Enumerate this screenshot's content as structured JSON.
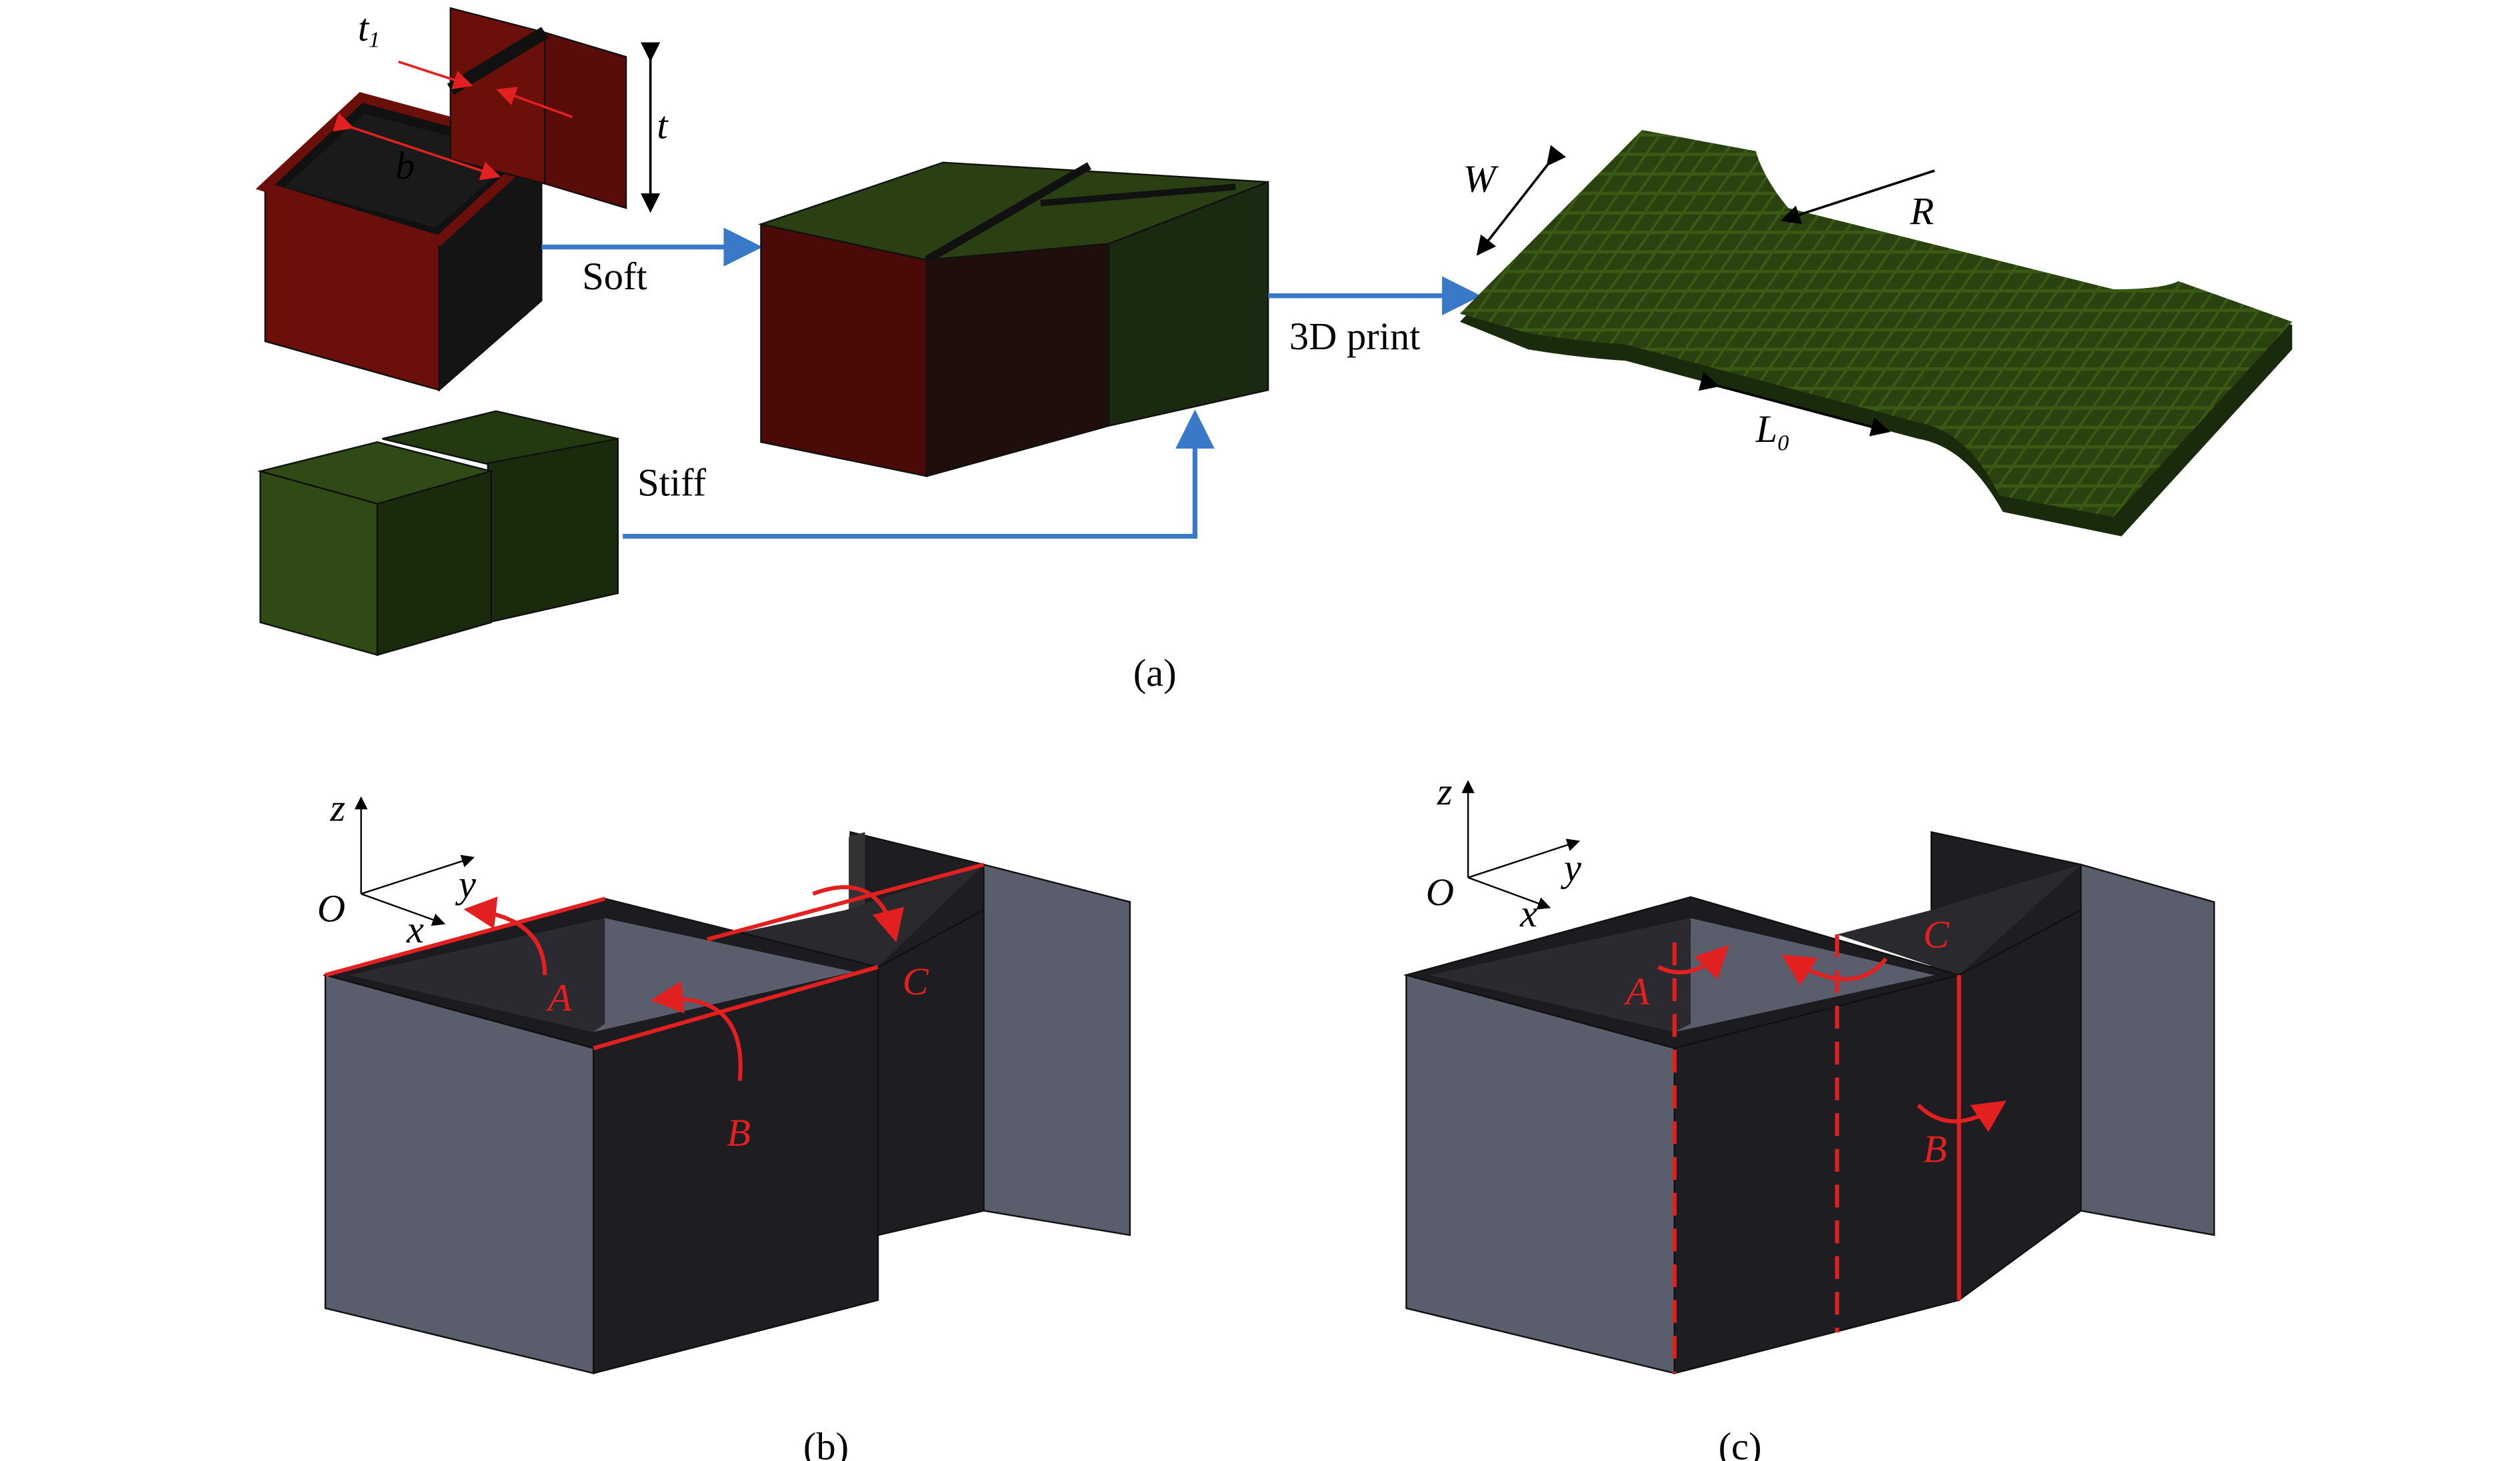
{
  "panel_a": {
    "caption": "(a)",
    "label_t1": "t",
    "label_t1_sub": "1",
    "label_t": "t",
    "label_b": "b",
    "soft": "Soft",
    "stiff": "Stiff",
    "print": "3D print",
    "label_W": "W",
    "label_R": "R",
    "label_L0": "L",
    "label_L0_sub": "0"
  },
  "panel_b": {
    "caption": "(b)",
    "axis_z": "z",
    "axis_y": "y",
    "axis_x": "x",
    "origin": "O",
    "hinge_A": "A",
    "hinge_B": "B",
    "hinge_C": "C"
  },
  "panel_c": {
    "caption": "(c)",
    "axis_z": "z",
    "axis_y": "y",
    "axis_x": "x",
    "origin": "O",
    "hinge_A": "A",
    "hinge_B": "B",
    "hinge_C": "C"
  },
  "colors": {
    "soft": "#6b0f0a",
    "stiff": "#2f4a14",
    "arrow": "#3a78c8",
    "hinge": "#e32020",
    "gray": "#5a5e6c"
  }
}
